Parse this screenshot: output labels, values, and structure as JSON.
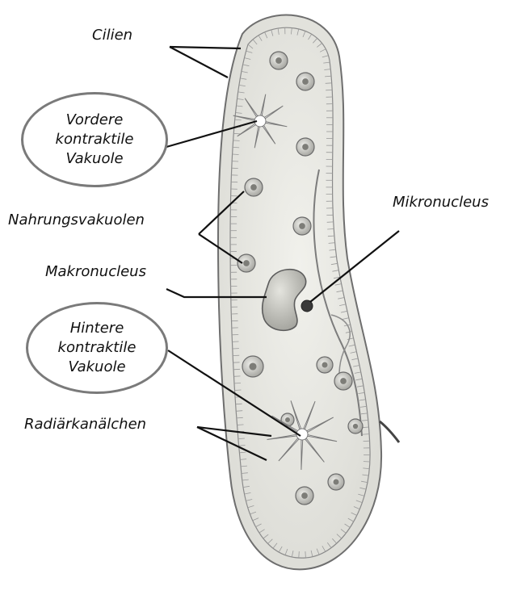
{
  "labels": {
    "cilien": "Cilien",
    "vordere": [
      "Vordere",
      "kontraktile",
      "Vakuole"
    ],
    "nahrungsvakuolen": "Nahrungsvakuolen",
    "makronucleus": "Makronucleus",
    "mikronucleus": "Mikronucleus",
    "hintere": [
      "Hintere",
      "kontraktile",
      "Vakuole"
    ],
    "radiaerkanaelchen": "Radiärkanälchen"
  },
  "colors": {
    "cytoplasm": "#e9e9e4",
    "membrane": "#6e6e6e",
    "cilia": "#8a8a8a",
    "leader": "#111111",
    "bubble_border": "#7a7a7a",
    "vacuole": "#b9b9b4",
    "nucleus": "#c8c8c2"
  }
}
